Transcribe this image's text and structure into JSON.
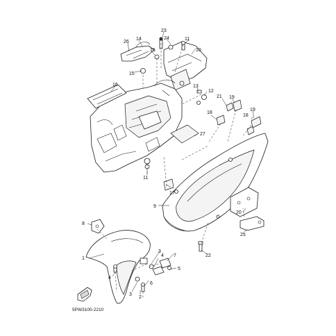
{
  "diagram_code": "5PW3100-2210",
  "callouts": [
    {
      "label": "1"
    },
    {
      "label": "2"
    },
    {
      "label": "3"
    },
    {
      "label": "3"
    },
    {
      "label": "4"
    },
    {
      "label": "4"
    },
    {
      "label": "5"
    },
    {
      "label": "6"
    },
    {
      "label": "7"
    },
    {
      "label": "8"
    },
    {
      "label": "9"
    },
    {
      "label": "10"
    },
    {
      "label": "11"
    },
    {
      "label": "11"
    },
    {
      "label": "12"
    },
    {
      "label": "13"
    },
    {
      "label": "14"
    },
    {
      "label": "15"
    },
    {
      "label": "15"
    },
    {
      "label": "16"
    },
    {
      "label": "17"
    },
    {
      "label": "18"
    },
    {
      "label": "18"
    },
    {
      "label": "19"
    },
    {
      "label": "19"
    },
    {
      "label": "20"
    },
    {
      "label": "21"
    },
    {
      "label": "22"
    },
    {
      "label": "23"
    },
    {
      "label": "24"
    },
    {
      "label": "25"
    },
    {
      "label": "26"
    },
    {
      "label": "27"
    }
  ],
  "colors": {
    "ink": "#1a1a1a",
    "background": "#ffffff"
  },
  "icons": [
    "front-arrow-icon"
  ]
}
